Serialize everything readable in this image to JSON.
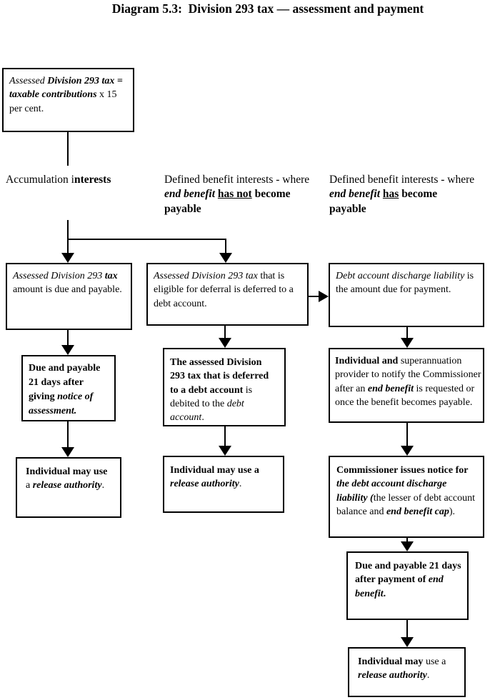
{
  "title": "Diagram 5.3:  Division 293 tax — assessment and payment",
  "headers": {
    "accumulation": [
      {
        "t": "Accumulation i",
        "s": "r"
      },
      {
        "t": "nterests",
        "s": "b"
      }
    ],
    "db_not_payable": [
      {
        "t": "Defined benefit interests - where ",
        "s": "r"
      },
      {
        "t": "end benefit",
        "s": "bi"
      },
      {
        "t": " ",
        "s": "r"
      },
      {
        "t": "has not",
        "s": "bu"
      },
      {
        "t": " ",
        "s": "r"
      },
      {
        "t": "become payable",
        "s": "b"
      }
    ],
    "db_payable": [
      {
        "t": "Defined benefit interests - where ",
        "s": "r"
      },
      {
        "t": "end benefit",
        "s": "bi"
      },
      {
        "t": " ",
        "s": "r"
      },
      {
        "t": "has",
        "s": "bu"
      },
      {
        "t": " ",
        "s": "r"
      },
      {
        "t": "become payable",
        "s": "b"
      }
    ]
  },
  "boxes": {
    "formula": {
      "runs": [
        {
          "t": "Assessed ",
          "s": "i"
        },
        {
          "t": "Division 293 tax = taxable contributions",
          "s": "bi"
        },
        {
          "t": " x 15 per cent.",
          "s": "r"
        }
      ]
    },
    "acc_due_payable": {
      "runs": [
        {
          "t": "Assessed Division 293 ",
          "s": "i"
        },
        {
          "t": "tax",
          "s": "bi"
        },
        {
          "t": " amount is due and payable.",
          "s": "r"
        }
      ]
    },
    "deferred_debt_account": {
      "runs": [
        {
          "t": "Assessed Division 293 tax",
          "s": "i"
        },
        {
          "t": " that is eligible for deferral is deferred to a debt account.",
          "s": "r"
        }
      ]
    },
    "discharge_liability": {
      "runs": [
        {
          "t": "Debt account discharge liability",
          "s": "i"
        },
        {
          "t": " is the amount due for payment.",
          "s": "r"
        }
      ]
    },
    "due_21_days_notice": {
      "runs": [
        {
          "t": "Due and payable 21 days after giving ",
          "s": "b"
        },
        {
          "t": "notice of assessment.",
          "s": "bi"
        }
      ]
    },
    "debited_debt_account": {
      "runs": [
        {
          "t": "The assessed Division 293 tax that is deferred to a debt account",
          "s": "b"
        },
        {
          "t": " is debited to the ",
          "s": "r"
        },
        {
          "t": "debt account",
          "s": "i"
        },
        {
          "t": ".",
          "s": "r"
        }
      ]
    },
    "notify_commissioner": {
      "runs": [
        {
          "t": "Individual and",
          "s": "b"
        },
        {
          "t": " superannuation provider to notify the Commissioner after an ",
          "s": "r"
        },
        {
          "t": "end benefit",
          "s": "bi"
        },
        {
          "t": " is requested or once the benefit becomes payable.",
          "s": "r"
        }
      ]
    },
    "release_authority_acc": {
      "runs": [
        {
          "t": "Individual may use",
          "s": "b"
        },
        {
          "t": " a ",
          "s": "r"
        },
        {
          "t": "release authority",
          "s": "bi"
        },
        {
          "t": ".",
          "s": "r"
        }
      ]
    },
    "release_authority_db": {
      "runs": [
        {
          "t": "Individual may use a ",
          "s": "b"
        },
        {
          "t": "release authority",
          "s": "bi"
        },
        {
          "t": ".",
          "s": "r"
        }
      ]
    },
    "commissioner_notice": {
      "runs": [
        {
          "t": "Commissioner issues notice for ",
          "s": "b"
        },
        {
          "t": "the debt account discharge liability (",
          "s": "bi"
        },
        {
          "t": "the lesser of debt account balance and ",
          "s": "r"
        },
        {
          "t": "end benefit cap",
          "s": "bi"
        },
        {
          "t": ").",
          "s": "r"
        }
      ]
    },
    "due_21_days_end_benefit": {
      "runs": [
        {
          "t": "Due and payable 21 days after payment of ",
          "s": "b"
        },
        {
          "t": "end benefit",
          "s": "bi"
        },
        {
          "t": ".",
          "s": "b"
        }
      ]
    },
    "release_authority_end": {
      "runs": [
        {
          "t": "Individual may",
          "s": "b"
        },
        {
          "t": " use a ",
          "s": "r"
        },
        {
          "t": "release authority",
          "s": "bi"
        },
        {
          "t": ".",
          "s": "r"
        }
      ]
    }
  },
  "colors": {
    "line": "#000000",
    "background": "#ffffff",
    "text": "#000000"
  }
}
